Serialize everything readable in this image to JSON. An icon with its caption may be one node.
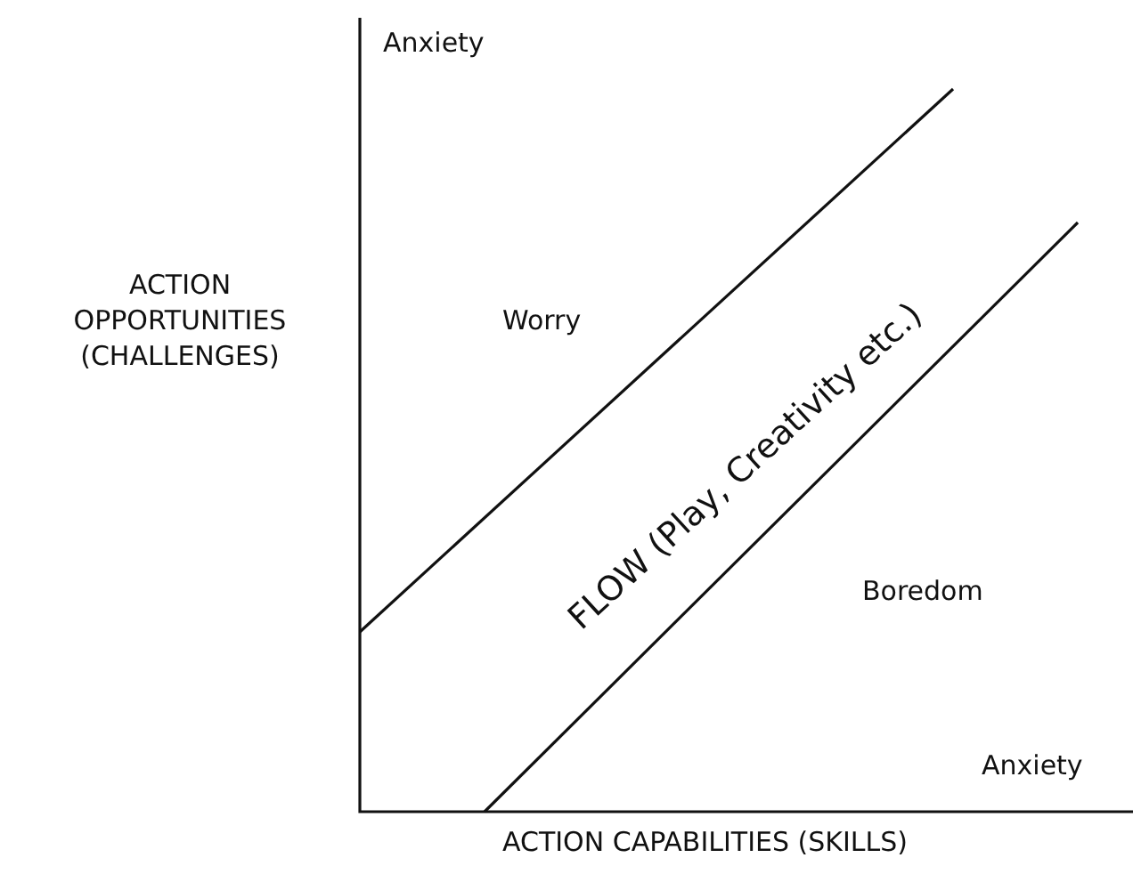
{
  "diagram": {
    "labels": [
      "Anxiety",
      "ACTION OPPORTUNITIES (CHALLENGES)",
      "Worry",
      "FLOW (Play, Creativity etc.)",
      "Boredom",
      "Anxiety",
      "ACTION CAPABILITIES (SKILLS)"
    ]
  }
}
